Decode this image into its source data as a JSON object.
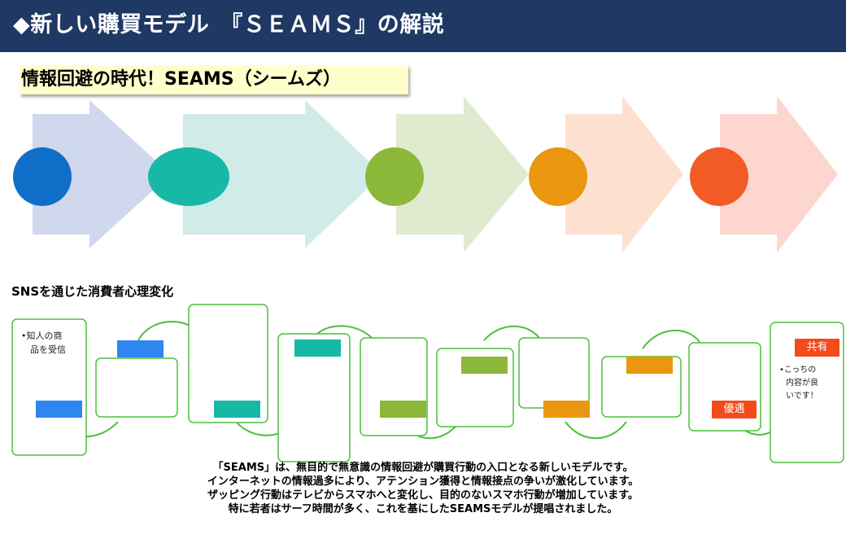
{
  "header": {
    "title": "◆新しい購買モデル　『ＳＥＡＭＳ』の解説"
  },
  "subtitle": "情報回避の時代！SEAMS（シームズ）",
  "section_label": "SNSを通じた消費者心理変化",
  "flow": {
    "arrow_colors": [
      "#d0d8ee",
      "#d0ebe8",
      "#dfeacf",
      "#fde0d0",
      "#fdd6cf"
    ],
    "circle_colors": [
      "#0f6fc8",
      "#17b8a6",
      "#8cb83a",
      "#eb960f",
      "#f25b26"
    ]
  },
  "cards": {
    "card1_text": [
      "•知人の商",
      "品を受信"
    ],
    "last_card_text": [
      "•こっちの",
      "内容が良",
      "いです！"
    ],
    "tag_encounter": "優遇",
    "tag_share": "共有",
    "colors": {
      "blue": "#2e86f0",
      "teal": "#17b8a6",
      "green": "#8cb83a",
      "orange": "#eb960f",
      "red": "#f24b1c",
      "line": "#4cbf3c"
    }
  },
  "description": [
    "「SEAMS」は、無目的で無意識の情報回避が購買行動の入口となる新しいモデルです。",
    "インターネットの情報過多により、アテンション獲得と情報接点の争いが激化しています。",
    "ザッピング行動はテレビからスマホへと変化し、目的のないスマホ行動が増加しています。",
    "特に若者はサーフ時間が多く、これを基にしたSEAMSモデルが提唱されました。"
  ]
}
